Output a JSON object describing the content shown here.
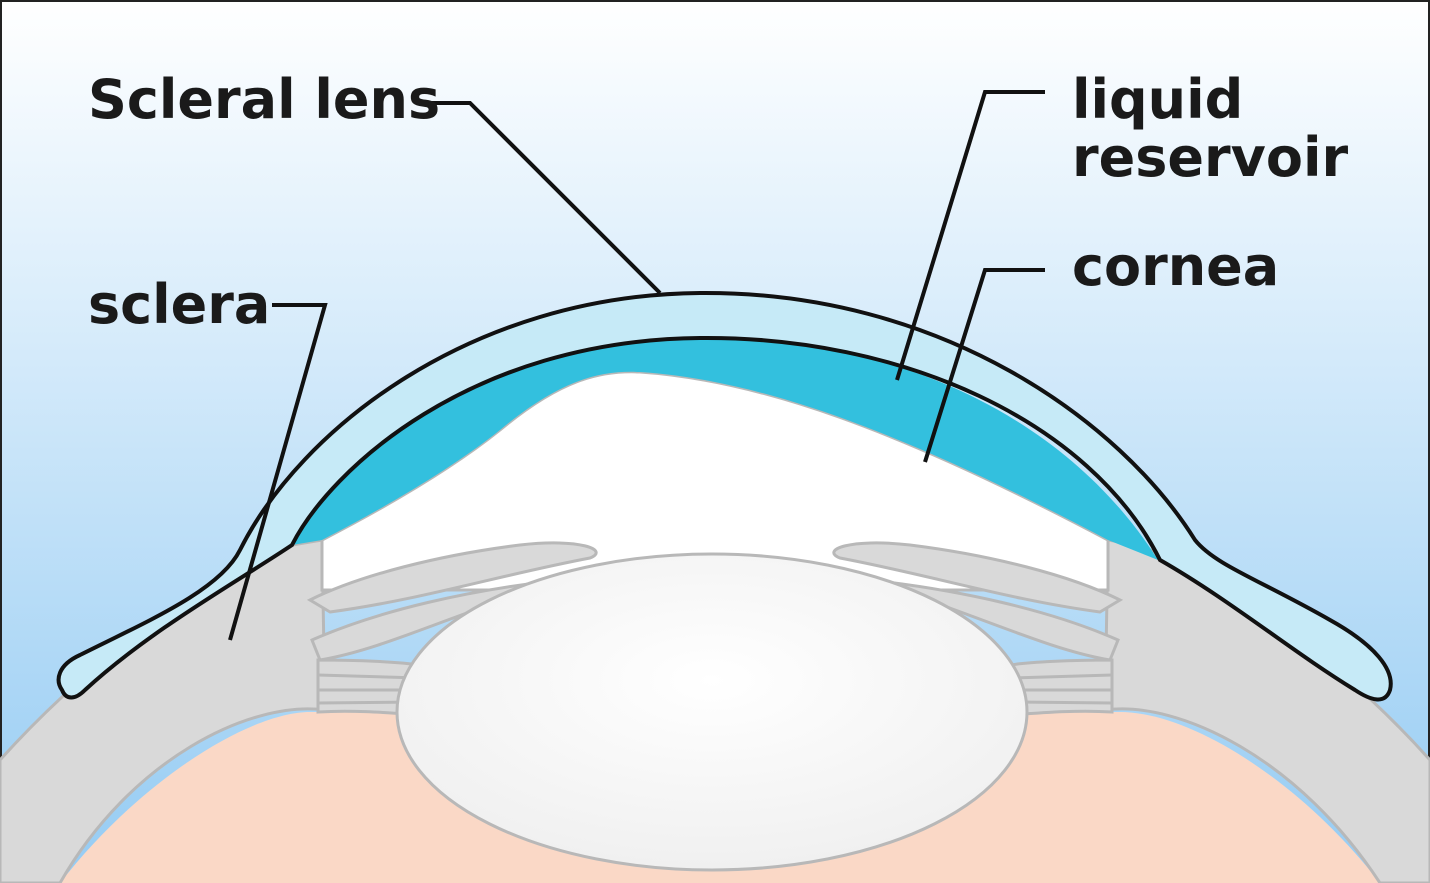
{
  "diagram": {
    "labels": {
      "scleral_lens": "Scleral lens",
      "liquid_reservoir_line1": "liquid",
      "liquid_reservoir_line2": "reservoir",
      "cornea": "cornea",
      "sclera": "sclera"
    },
    "colors": {
      "background_top": "#ffffff",
      "background_bottom": "#94cbf3",
      "scleral_lens_fill": "#c6eaf7",
      "liquid_reservoir_fill": "#33c0de",
      "sclera_fill": "#d9d9d9",
      "cornea_fill": "#ffffff",
      "eye_interior_fill": "#fad8c6",
      "crystalline_lens_fill": "#f0f0f0",
      "outline": "#111111",
      "anatomy_outline": "#b8b8b8"
    }
  }
}
